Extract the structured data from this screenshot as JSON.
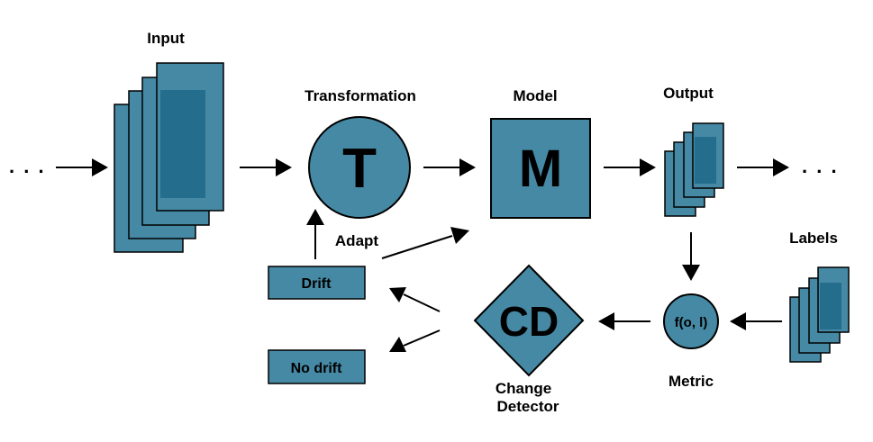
{
  "diagram": {
    "colors": {
      "node_fill": "#4589a4",
      "node_inner": "#1e6888",
      "stroke": "#000000",
      "background": "#ffffff"
    },
    "labels": {
      "input": "Input",
      "transformation": "Transformation",
      "model": "Model",
      "output": "Output",
      "labels": "Labels",
      "adapt": "Adapt",
      "metric": "Metric",
      "change_detector_line1": "Change",
      "change_detector_line2": "Detector"
    },
    "nodes": {
      "transformation_symbol": "T",
      "model_symbol": "M",
      "change_detector_symbol": "CD",
      "metric_formula": "f(o, l)",
      "drift": "Drift",
      "no_drift": "No drift"
    },
    "ellipsis_left": ". . .",
    "ellipsis_right": ". . ."
  }
}
